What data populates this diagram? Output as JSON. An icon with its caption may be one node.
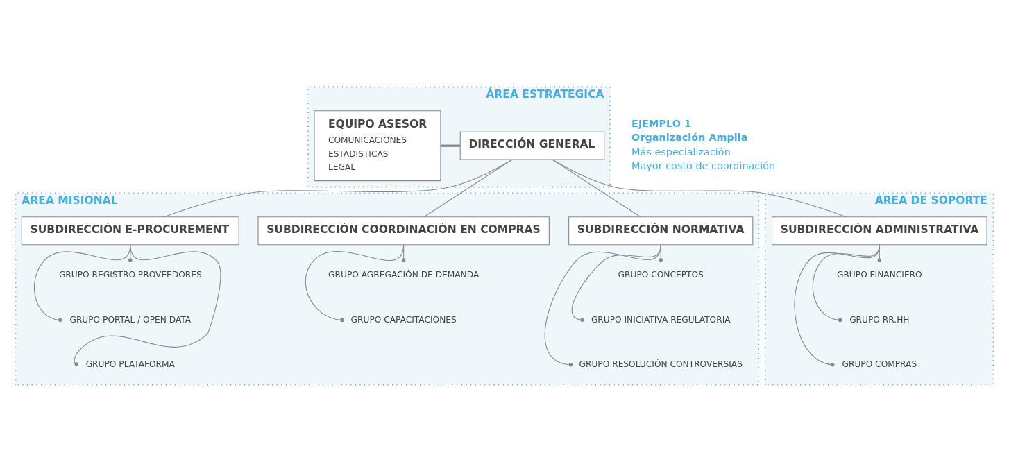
{
  "diagram": {
    "nodes": [
      {
        "text": [
          "ÁREA ESTRATEGICA"
        ]
      },
      {
        "text": [
          "DIRECCIÓN GENERAL"
        ],
        "in": 0
      },
      {
        "text": [
          "EQUIPO ASESOR",
          "COMUNICACIONES",
          "ESTADISTICAS",
          "LEGAL"
        ],
        "in": 0
      },
      {
        "text": [
          "ÁREA MISIONAL"
        ]
      },
      {
        "text": [
          "SUBDIRECCIÓN NORMATIVA"
        ],
        "in": 3
      },
      {
        "text": [
          "GRUPO CONCEPTOS"
        ],
        "in": 3
      },
      {
        "text": [
          "GRUPO INICIATIVA REGULATORIA"
        ],
        "in": 3
      },
      {
        "text": [
          "GRUPO RESOLUCIÓN CONTROVERSIAS"
        ],
        "in": 3
      },
      {
        "text": [
          "SUBDIRECCIÓN E-PROCUREMENT"
        ],
        "in": 3
      },
      {
        "text": [
          "GRUPO REGISTRO PROVEEDORES"
        ],
        "in": 3
      },
      {
        "text": [
          "GRUPO PORTAL / OPEN DATA"
        ],
        "in": 3
      },
      {
        "text": [
          "GRUPO PLATAFORMA"
        ],
        "in": 3
      },
      {
        "text": [
          "SUBDIRECCIÓN COORDINACIÓN EN COMPRAS"
        ],
        "in": 3
      },
      {
        "text": [
          "GRUPO AGREGACIÓN DE DEMANDA"
        ],
        "in": 3
      },
      {
        "text": [
          "GRUPO CAPACITACIONES"
        ],
        "in": 3
      },
      {
        "text": [
          "ÁREA DE SOPORTE"
        ]
      },
      {
        "text": [
          "SUBDIRECCIÓN ADMINISTRATIVA"
        ],
        "in": 15
      },
      {
        "text": [
          "GRUPO FINANCIERO"
        ],
        "in": 15
      },
      {
        "text": [
          "GRUPO RR.HH"
        ],
        "in": 15
      },
      {
        "text": [
          "GRUPO COMPRAS"
        ],
        "in": 15
      }
    ],
    "edges": [
      {
        "from": 1,
        "to": 2,
        "arrow": "none",
        "style": "thick"
      },
      {
        "from": 1,
        "to": 4,
        "arrow": "none"
      },
      {
        "from": 1,
        "to": 8,
        "arrow": "none"
      },
      {
        "from": 1,
        "to": 12,
        "arrow": "none"
      },
      {
        "from": 1,
        "to": 16,
        "arrow": "none"
      },
      {
        "from": 4,
        "to": 5,
        "arrow": "other"
      },
      {
        "from": 4,
        "to": 6,
        "arrow": "other"
      },
      {
        "from": 4,
        "to": 7,
        "arrow": "other"
      },
      {
        "from": 8,
        "to": 9,
        "arrow": "other"
      },
      {
        "from": 8,
        "to": 10,
        "arrow": "other"
      },
      {
        "from": 8,
        "to": 11,
        "arrow": "other"
      },
      {
        "from": 12,
        "to": 13,
        "arrow": "other"
      },
      {
        "from": 12,
        "to": 14,
        "arrow": "other"
      },
      {
        "from": 16,
        "to": 17,
        "arrow": "other"
      },
      {
        "from": 16,
        "to": 18,
        "arrow": "other"
      },
      {
        "from": 16,
        "to": 19,
        "arrow": "other"
      }
    ],
    "labels": [
      "EJEMPLO 1",
      "Organización Amplia",
      "Más especialización",
      "Mayor costo de coordinación"
    ]
  }
}
